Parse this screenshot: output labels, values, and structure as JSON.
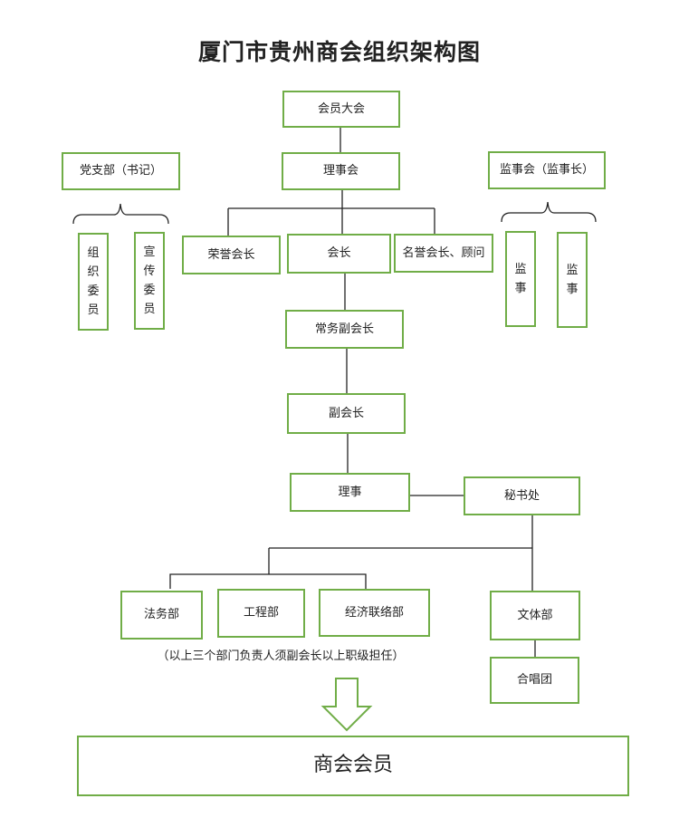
{
  "title": "厦门市贵州商会组织架构图",
  "nodes": {
    "assembly": "会员大会",
    "council": "理事会",
    "party_branch": "党支部（书记）",
    "supervisory_board": "监事会（监事长）",
    "honorary_president": "荣誉会长",
    "president": "会长",
    "honorary_advisors": "名誉会长、顾问",
    "executive_vp": "常务副会长",
    "vice_president": "副会长",
    "director": "理事",
    "secretariat": "秘书处",
    "legal_dept": "法务部",
    "engineering_dept": "工程部",
    "economic_liaison_dept": "经济联络部",
    "culture_sports_dept": "文体部",
    "choir": "合唱团",
    "members": "商会会员"
  },
  "vertical_nodes": {
    "organization_member": [
      "组",
      "织",
      "委",
      "员"
    ],
    "propaganda_member": [
      "宣",
      "传",
      "委",
      "员"
    ],
    "supervisor_1": [
      "监",
      "事"
    ],
    "supervisor_2": [
      "监",
      "事"
    ]
  },
  "note": "（以上三个部门负责人须副会长以上职级担任）",
  "colors": {
    "box_border": "#70ad47",
    "line": "#222222"
  }
}
